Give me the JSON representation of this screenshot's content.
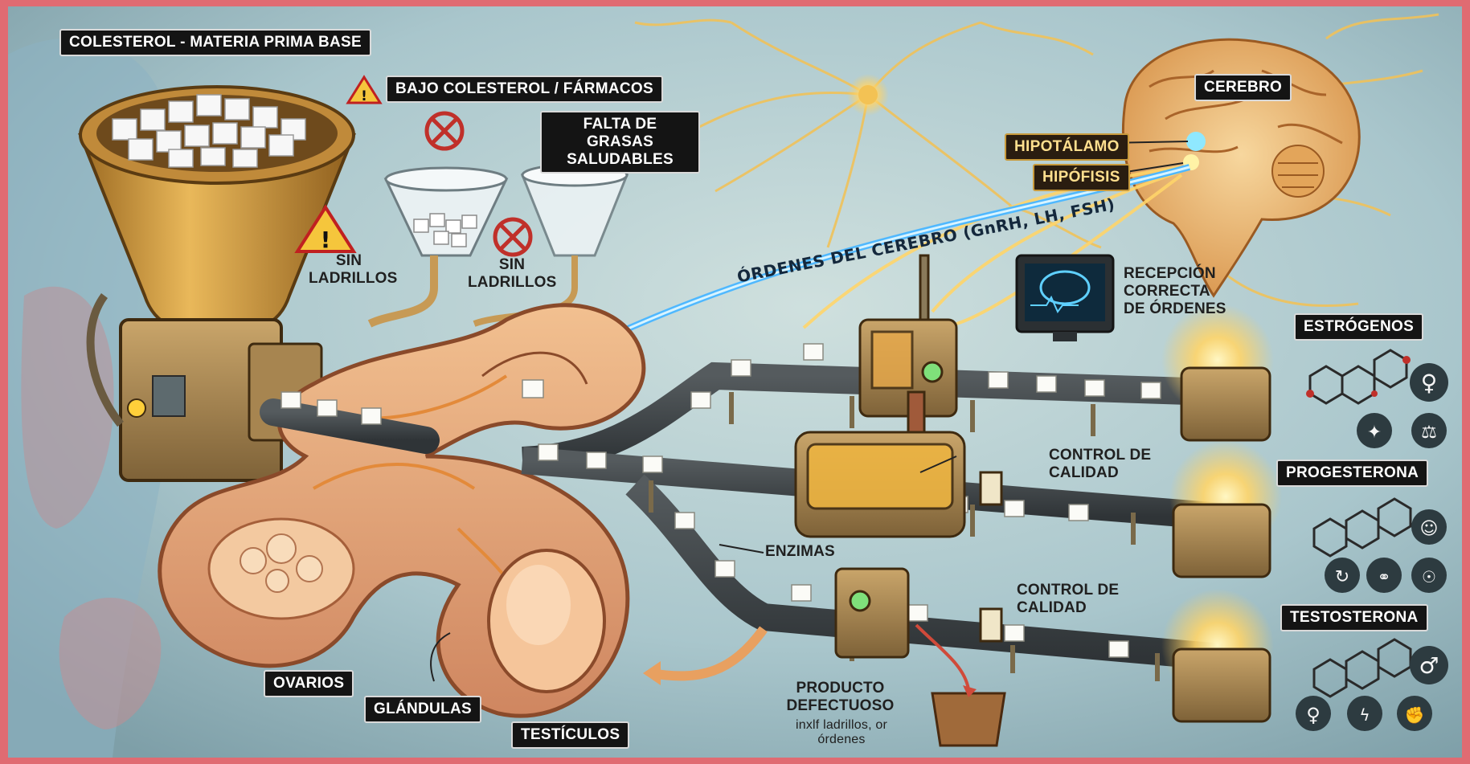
{
  "labels": {
    "colesterol": "COLESTEROL - MATERIA PRIMA BASE",
    "bajo_colesterol": "BAJO COLESTEROL / FÁRMACOS",
    "falta_grasas": "FALTA DE GRASAS SALUDABLES",
    "sin_ladrillos_1": "SIN LADRILLOS",
    "sin_ladrillos_2": "SIN LADRILLOS",
    "cerebro": "CEREBRO",
    "hipotalamo": "HIPOTÁLAMO",
    "hipofisis": "HIPÓFISIS",
    "ordenes": "ÓRDENES DEL CEREBRO (GnRH, LH, FSH)",
    "recepcion": "RECEPCIÓN CORRECTA DE ÓRDENES",
    "estrogenos": "ESTRÓGENOS",
    "progesterona": "PROGESTERONA",
    "testosterona": "TESTOSTERONA",
    "control_calidad_1": "CONTROL DE CALIDAD",
    "control_calidad_2": "CONTROL DE CALIDAD",
    "enzimas": "ENZIMAS",
    "ovarios": "OVARIOS",
    "glandulas": "GLÁNDULAS",
    "testiculos": "TESTÍCULOS",
    "producto_defectuoso": "PRODUCTO DEFECTUOSO",
    "producto_defectuoso_sub": "inxlf ladrillos, or órdenes"
  },
  "icons": [
    "warning-icon",
    "no-entry-icon",
    "female-symbol-icon",
    "male-symbol-icon",
    "balance-scale-icon",
    "brain-monitor-icon",
    "cycle-icon",
    "pregnancy-icon",
    "muscle-icon"
  ],
  "colors": {
    "background": "#a9c6cc",
    "frame": "#e06b72",
    "label_bg": "#141414",
    "orders_arrow": "#4fb8ff",
    "golden": "#e8a94a",
    "gland_tissue": "#e9a978"
  }
}
